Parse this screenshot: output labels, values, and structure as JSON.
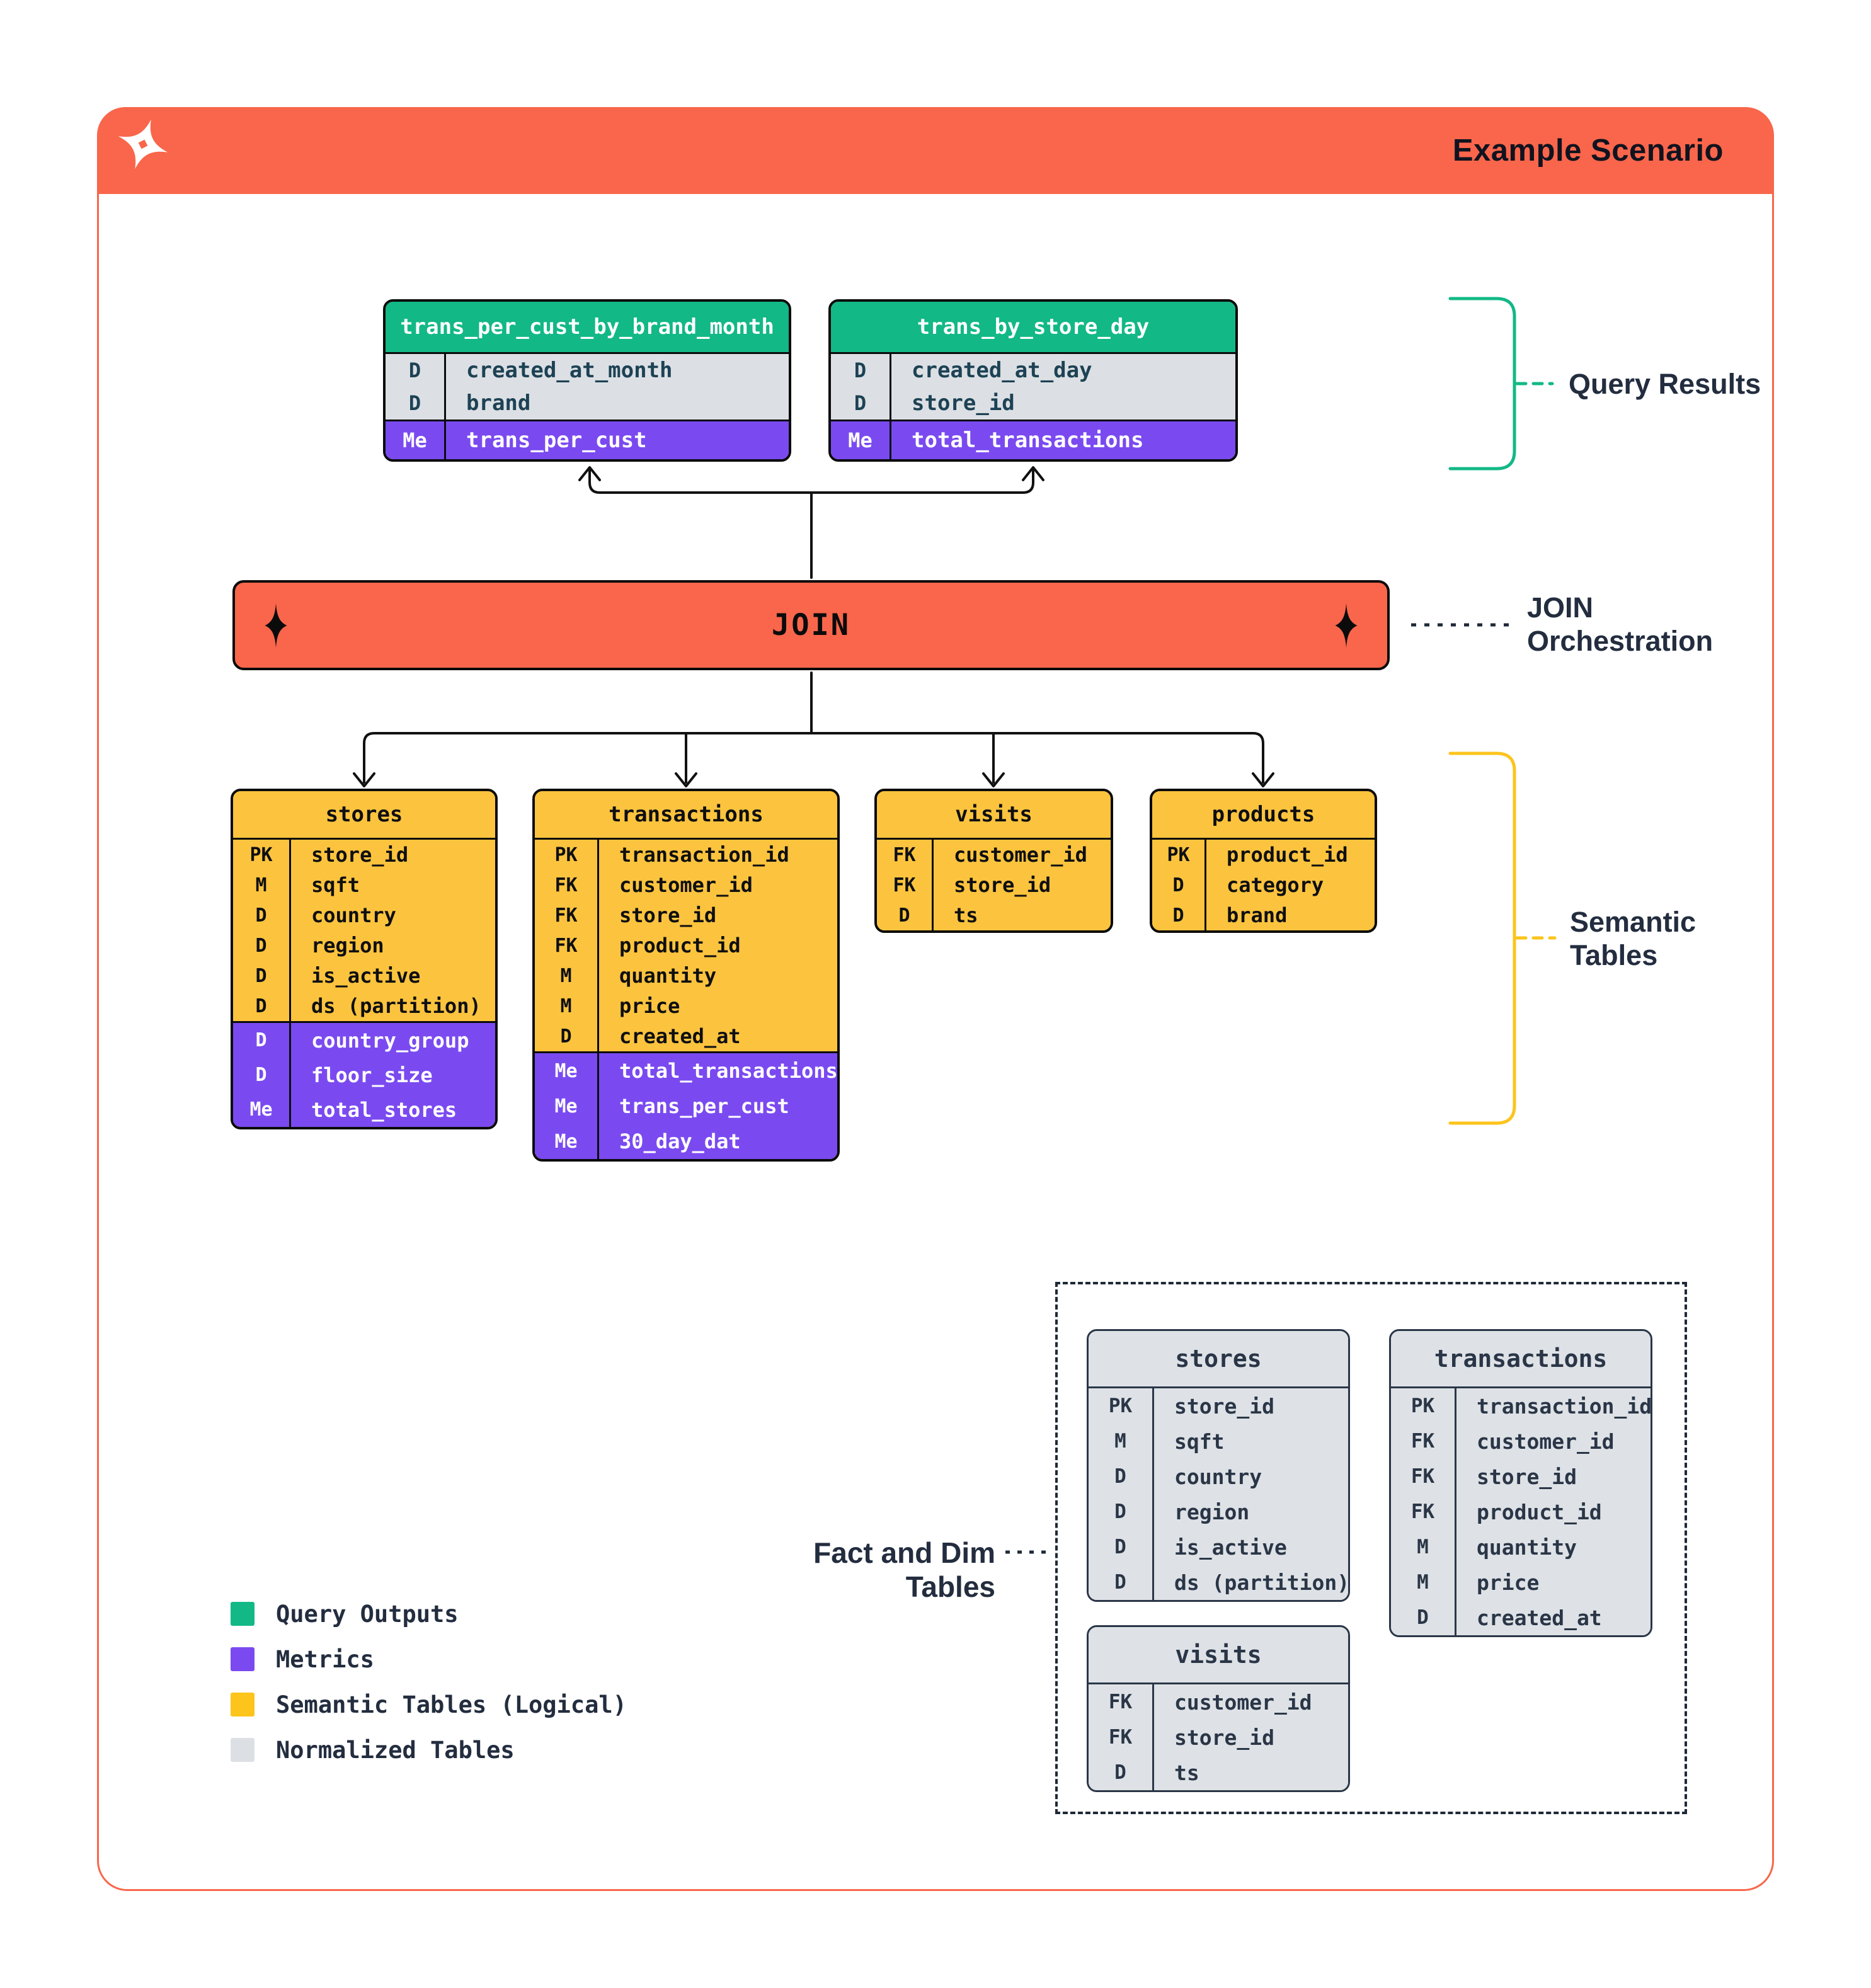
{
  "header": {
    "title": "Example Scenario",
    "logo": "dagster-logo"
  },
  "annotations": {
    "query_results": "Query Results",
    "join_line1": "JOIN",
    "join_line2": "Orchestration",
    "semantic_line1": "Semantic",
    "semantic_line2": "Tables",
    "fact_dim": "Fact and Dim Tables"
  },
  "join": {
    "label": "JOIN"
  },
  "tables": {
    "result1": {
      "name": "trans_per_cust_by_brand_month",
      "body": [
        [
          "D",
          "created_at_month"
        ],
        [
          "D",
          "brand"
        ]
      ],
      "metrics": [
        [
          "Me",
          "trans_per_cust"
        ]
      ]
    },
    "result2": {
      "name": "trans_by_store_day",
      "body": [
        [
          "D",
          "created_at_day"
        ],
        [
          "D",
          "store_id"
        ]
      ],
      "metrics": [
        [
          "Me",
          "total_transactions"
        ]
      ]
    },
    "sem_stores": {
      "name": "stores",
      "body": [
        [
          "PK",
          "store_id"
        ],
        [
          "M",
          "sqft"
        ],
        [
          "D",
          "country"
        ],
        [
          "D",
          "region"
        ],
        [
          "D",
          "is_active"
        ],
        [
          "D",
          "ds (partition)"
        ]
      ],
      "metrics": [
        [
          "D",
          "country_group"
        ],
        [
          "D",
          "floor_size"
        ],
        [
          "Me",
          "total_stores"
        ]
      ]
    },
    "sem_transactions": {
      "name": "transactions",
      "body": [
        [
          "PK",
          "transaction_id"
        ],
        [
          "FK",
          "customer_id"
        ],
        [
          "FK",
          "store_id"
        ],
        [
          "FK",
          "product_id"
        ],
        [
          "M",
          "quantity"
        ],
        [
          "M",
          "price"
        ],
        [
          "D",
          "created_at"
        ]
      ],
      "metrics": [
        [
          "Me",
          "total_transactions"
        ],
        [
          "Me",
          "trans_per_cust"
        ],
        [
          "Me",
          "30_day_dat"
        ]
      ]
    },
    "sem_visits": {
      "name": "visits",
      "body": [
        [
          "FK",
          "customer_id"
        ],
        [
          "FK",
          "store_id"
        ],
        [
          "D",
          "ts"
        ]
      ],
      "metrics": []
    },
    "sem_products": {
      "name": "products",
      "body": [
        [
          "PK",
          "product_id"
        ],
        [
          "D",
          "category"
        ],
        [
          "D",
          "brand"
        ]
      ],
      "metrics": []
    },
    "norm_stores": {
      "name": "stores",
      "body": [
        [
          "PK",
          "store_id"
        ],
        [
          "M",
          "sqft"
        ],
        [
          "D",
          "country"
        ],
        [
          "D",
          "region"
        ],
        [
          "D",
          "is_active"
        ],
        [
          "D",
          "ds (partition)"
        ]
      ],
      "metrics": []
    },
    "norm_transactions": {
      "name": "transactions",
      "body": [
        [
          "PK",
          "transaction_id"
        ],
        [
          "FK",
          "customer_id"
        ],
        [
          "FK",
          "store_id"
        ],
        [
          "FK",
          "product_id"
        ],
        [
          "M",
          "quantity"
        ],
        [
          "M",
          "price"
        ],
        [
          "D",
          "created_at"
        ]
      ],
      "metrics": []
    },
    "norm_visits": {
      "name": "visits",
      "body": [
        [
          "FK",
          "customer_id"
        ],
        [
          "FK",
          "store_id"
        ],
        [
          "D",
          "ts"
        ]
      ],
      "metrics": []
    }
  },
  "legend": {
    "items": [
      {
        "label": "Query Outputs",
        "color": "#12B886"
      },
      {
        "label": "Metrics",
        "color": "#7A4AF0"
      },
      {
        "label": "Semantic Tables (Logical)",
        "color": "#FDC41C"
      },
      {
        "label": "Normalized Tables",
        "color": "#DCE0E4"
      }
    ]
  },
  "colors": {
    "orange": "#F9664B",
    "green": "#12B886",
    "purple": "#7A4AF0",
    "yellow": "#FCC43E",
    "gray": "#DCE0E4",
    "navy": "#232D3F"
  }
}
